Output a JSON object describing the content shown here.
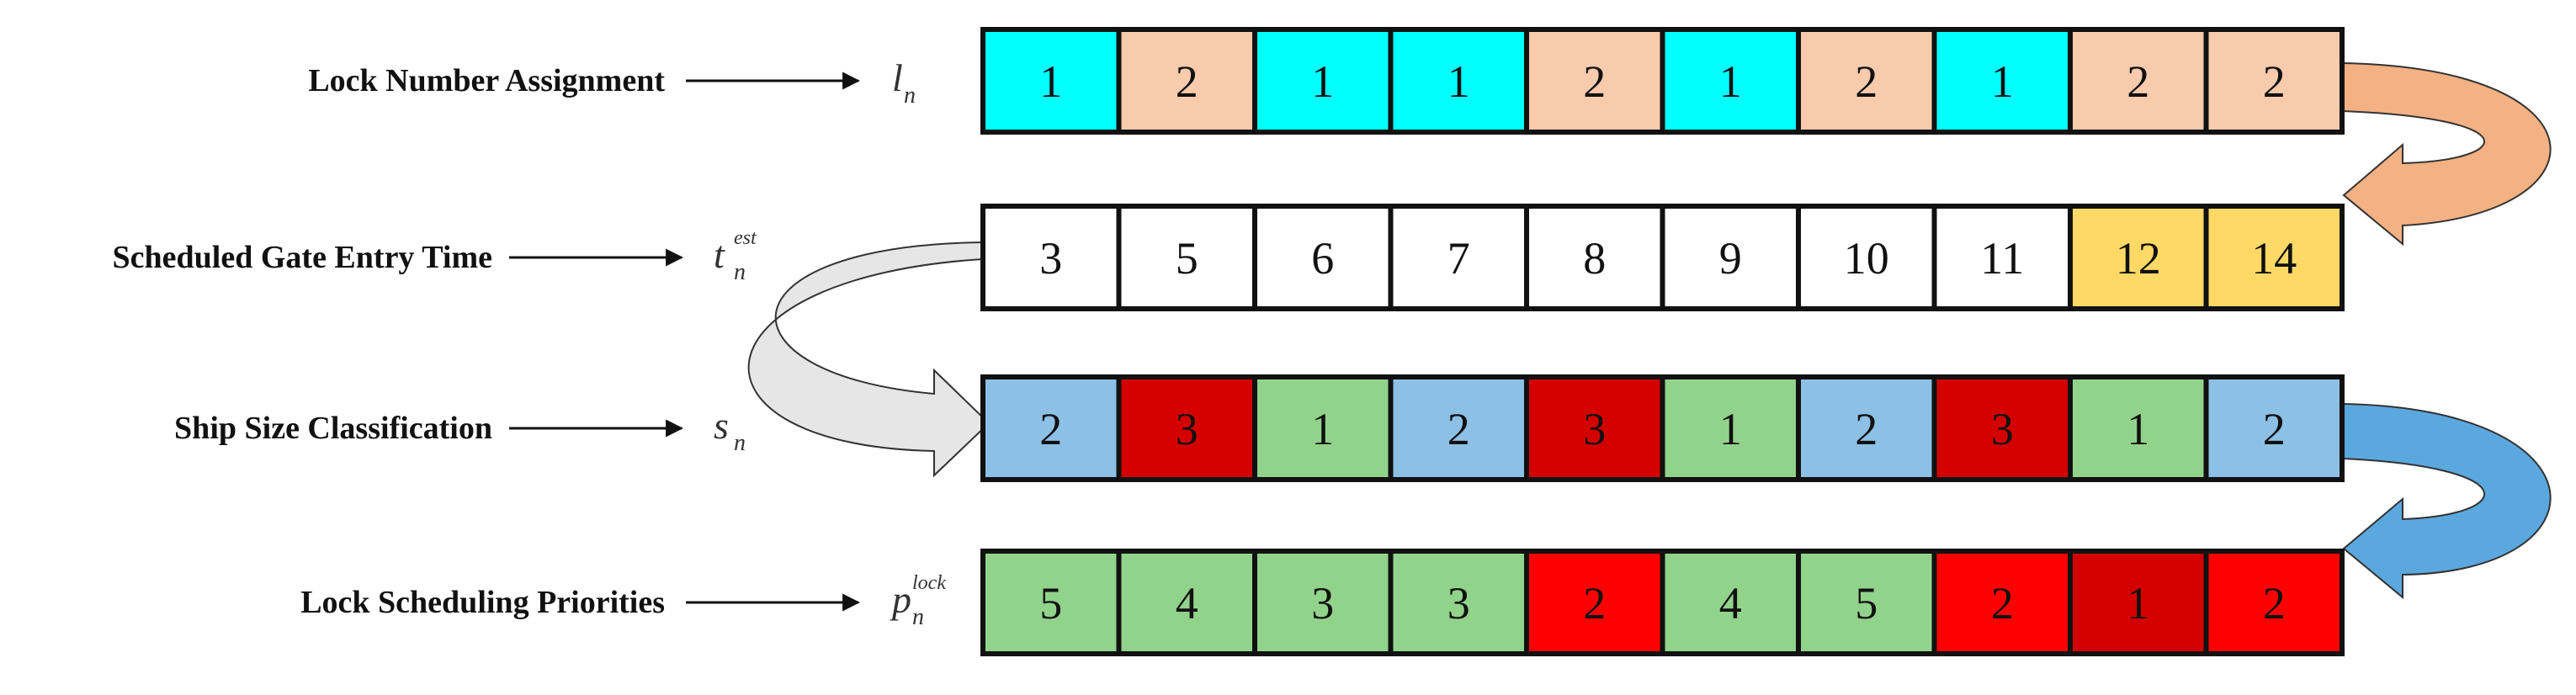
{
  "colors": {
    "cyan": "#00FFFF",
    "peach": "#F8CBAD",
    "white": "#FFFFFF",
    "yellow": "#FFD966",
    "blue": "#8DC0E5",
    "dark_red": "#D40000",
    "green": "#92D38B",
    "red": "#FF0000",
    "arrow_orange": "#F4B183",
    "arrow_grey": "#E6E6E6",
    "arrow_blue": "#5BA8DE",
    "border": "#111111"
  },
  "rows": [
    {
      "label": "Lock Number Assignment",
      "symbol": {
        "main": "l",
        "sub": "n",
        "sup": ""
      },
      "cells": [
        {
          "v": "1",
          "color": "cyan"
        },
        {
          "v": "2",
          "color": "peach"
        },
        {
          "v": "1",
          "color": "cyan"
        },
        {
          "v": "1",
          "color": "cyan"
        },
        {
          "v": "2",
          "color": "peach"
        },
        {
          "v": "1",
          "color": "cyan"
        },
        {
          "v": "2",
          "color": "peach"
        },
        {
          "v": "1",
          "color": "cyan"
        },
        {
          "v": "2",
          "color": "peach"
        },
        {
          "v": "2",
          "color": "peach"
        }
      ]
    },
    {
      "label": "Scheduled Gate Entry Time",
      "symbol": {
        "main": "t",
        "sub": "n",
        "sup": "est"
      },
      "cells": [
        {
          "v": "3",
          "color": "white"
        },
        {
          "v": "5",
          "color": "white"
        },
        {
          "v": "6",
          "color": "white"
        },
        {
          "v": "7",
          "color": "white"
        },
        {
          "v": "8",
          "color": "white"
        },
        {
          "v": "9",
          "color": "white"
        },
        {
          "v": "10",
          "color": "white"
        },
        {
          "v": "11",
          "color": "white"
        },
        {
          "v": "12",
          "color": "yellow"
        },
        {
          "v": "14",
          "color": "yellow"
        }
      ]
    },
    {
      "label": "Ship Size Classification",
      "symbol": {
        "main": "s",
        "sub": "n",
        "sup": ""
      },
      "cells": [
        {
          "v": "2",
          "color": "blue"
        },
        {
          "v": "3",
          "color": "dark_red"
        },
        {
          "v": "1",
          "color": "green"
        },
        {
          "v": "2",
          "color": "blue"
        },
        {
          "v": "3",
          "color": "dark_red"
        },
        {
          "v": "1",
          "color": "green"
        },
        {
          "v": "2",
          "color": "blue"
        },
        {
          "v": "3",
          "color": "dark_red"
        },
        {
          "v": "1",
          "color": "green"
        },
        {
          "v": "2",
          "color": "blue"
        }
      ]
    },
    {
      "label": "Lock Scheduling Priorities",
      "symbol": {
        "main": "p",
        "sub": "n",
        "sup": "lock"
      },
      "cells": [
        {
          "v": "5",
          "color": "green"
        },
        {
          "v": "4",
          "color": "green"
        },
        {
          "v": "3",
          "color": "green"
        },
        {
          "v": "3",
          "color": "green"
        },
        {
          "v": "2",
          "color": "red"
        },
        {
          "v": "4",
          "color": "green"
        },
        {
          "v": "5",
          "color": "green"
        },
        {
          "v": "2",
          "color": "red"
        },
        {
          "v": "1",
          "color": "dark_red"
        },
        {
          "v": "2",
          "color": "red"
        }
      ]
    }
  ]
}
